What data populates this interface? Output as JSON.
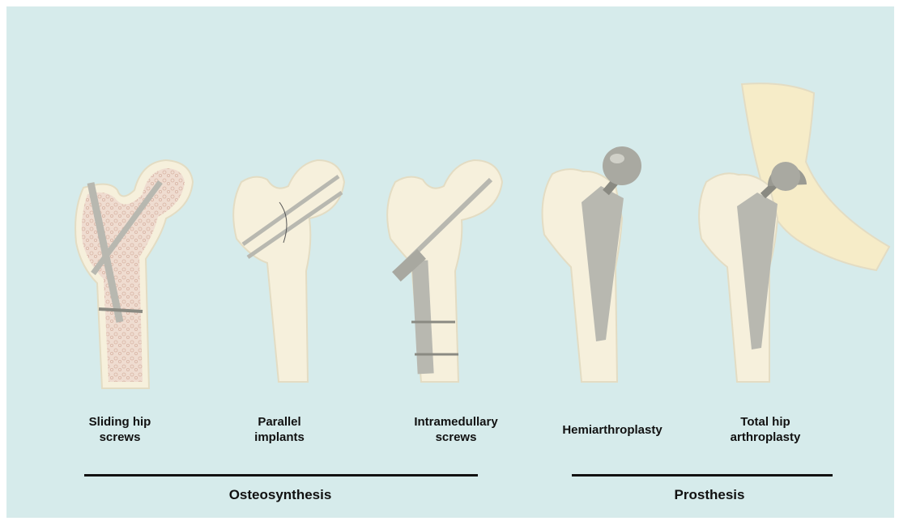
{
  "implants": [
    {
      "label": "Sliding hip\nscrews"
    },
    {
      "label": "Parallel\nimplants"
    },
    {
      "label": "Intramedullary\nscrews"
    },
    {
      "label": "Hemiarthroplasty"
    },
    {
      "label": "Total hip\narthroplasty"
    }
  ],
  "groups": [
    {
      "label": "Osteosynthesis"
    },
    {
      "label": "Prosthesis"
    }
  ],
  "colors": {
    "background": "#d6ebeb",
    "bone": "#f6f0dc",
    "bone_shadow": "#e3dcc3",
    "marrow": "#ecd3c6",
    "metal": "#b8b8b0",
    "metal_dark": "#8a8a82"
  }
}
